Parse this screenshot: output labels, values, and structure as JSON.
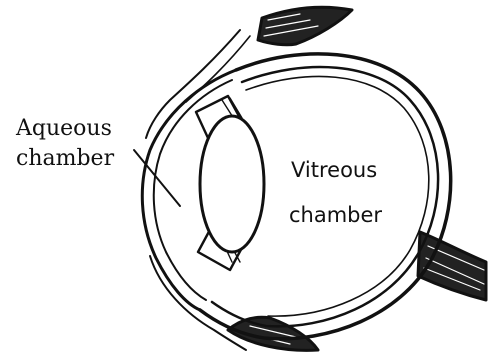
{
  "labels": {
    "aqueous_line1": "Aqueous",
    "aqueous_line2": "chamber",
    "vitreous_line1": "Vitreous",
    "vitreous_line2": "chamber"
  },
  "colors": {
    "ink": "#111111",
    "paper": "#ffffff"
  }
}
